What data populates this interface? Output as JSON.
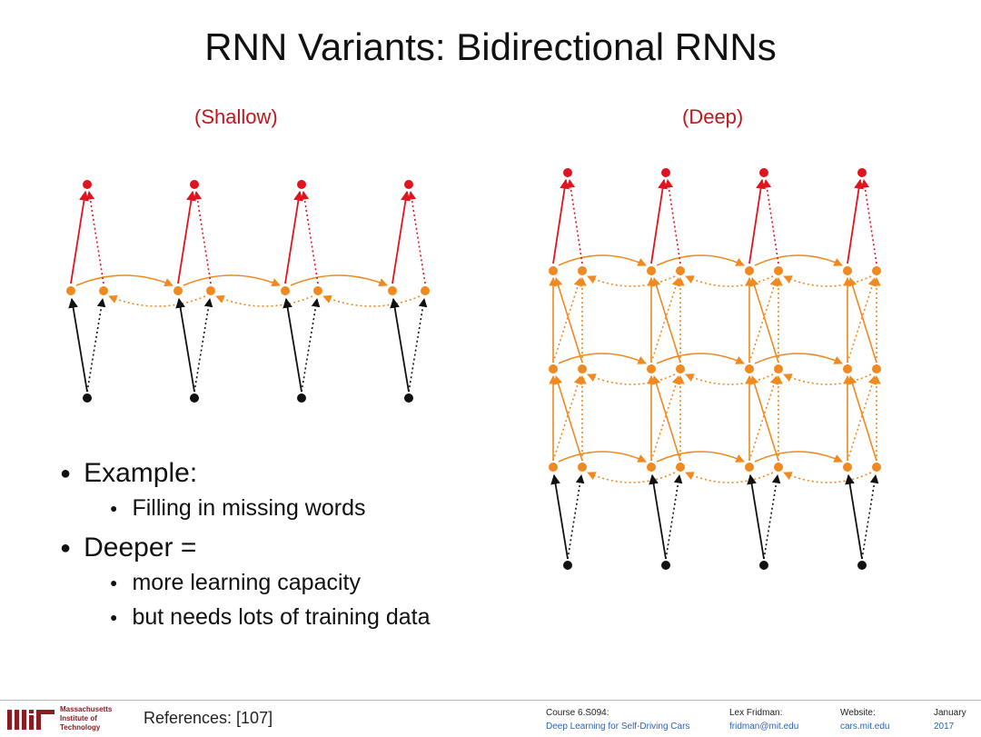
{
  "title": "RNN Variants: Bidirectional RNNs",
  "shallow_label": "(Shallow)",
  "deep_label": "(Deep)",
  "bullets": {
    "example": "Example:",
    "example_sub": "Filling in missing words",
    "deeper": "Deeper =",
    "deeper_sub1": "more learning capacity",
    "deeper_sub2": "but needs lots of training data"
  },
  "footer": {
    "institute": [
      "Massachusetts",
      "Institute of",
      "Technology"
    ],
    "references": "References: [107]",
    "course_label": "Course 6.S094:",
    "course_value": "Deep Learning for Self-Driving Cars",
    "author_label": "Lex Fridman:",
    "author_value": "fridman@mit.edu",
    "website_label": "Website:",
    "website_value": "cars.mit.edu",
    "date_label": "January",
    "date_value": "2017"
  },
  "colors": {
    "output": "#e0141e",
    "hidden": "#f0891f",
    "input": "#111111",
    "accent": "#c0151c",
    "link": "#2a63b8"
  },
  "diagram": {
    "shallow": {
      "timesteps": 4,
      "layers": 1
    },
    "deep": {
      "timesteps": 4,
      "layers": 3
    }
  }
}
